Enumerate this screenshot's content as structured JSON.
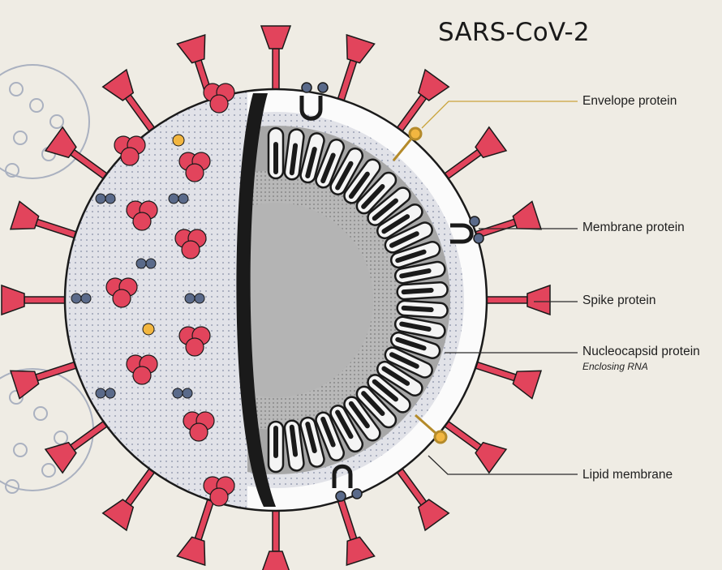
{
  "title": "SARS-CoV-2",
  "labels": {
    "envelope": "Envelope protein",
    "membrane": "Membrane protein",
    "spike": "Spike protein",
    "nucleocapsid": "Nucleocapsid protein",
    "nucleocapsid_sub": "Enclosing RNA",
    "lipid": "Lipid membrane"
  },
  "colors": {
    "background": "#efece4",
    "spike": "#e2445c",
    "outline": "#1a1a1a",
    "membrane_protein": "#5a6a8a",
    "envelope_protein": "#f2b640",
    "capsid": "#9e9e9e"
  }
}
